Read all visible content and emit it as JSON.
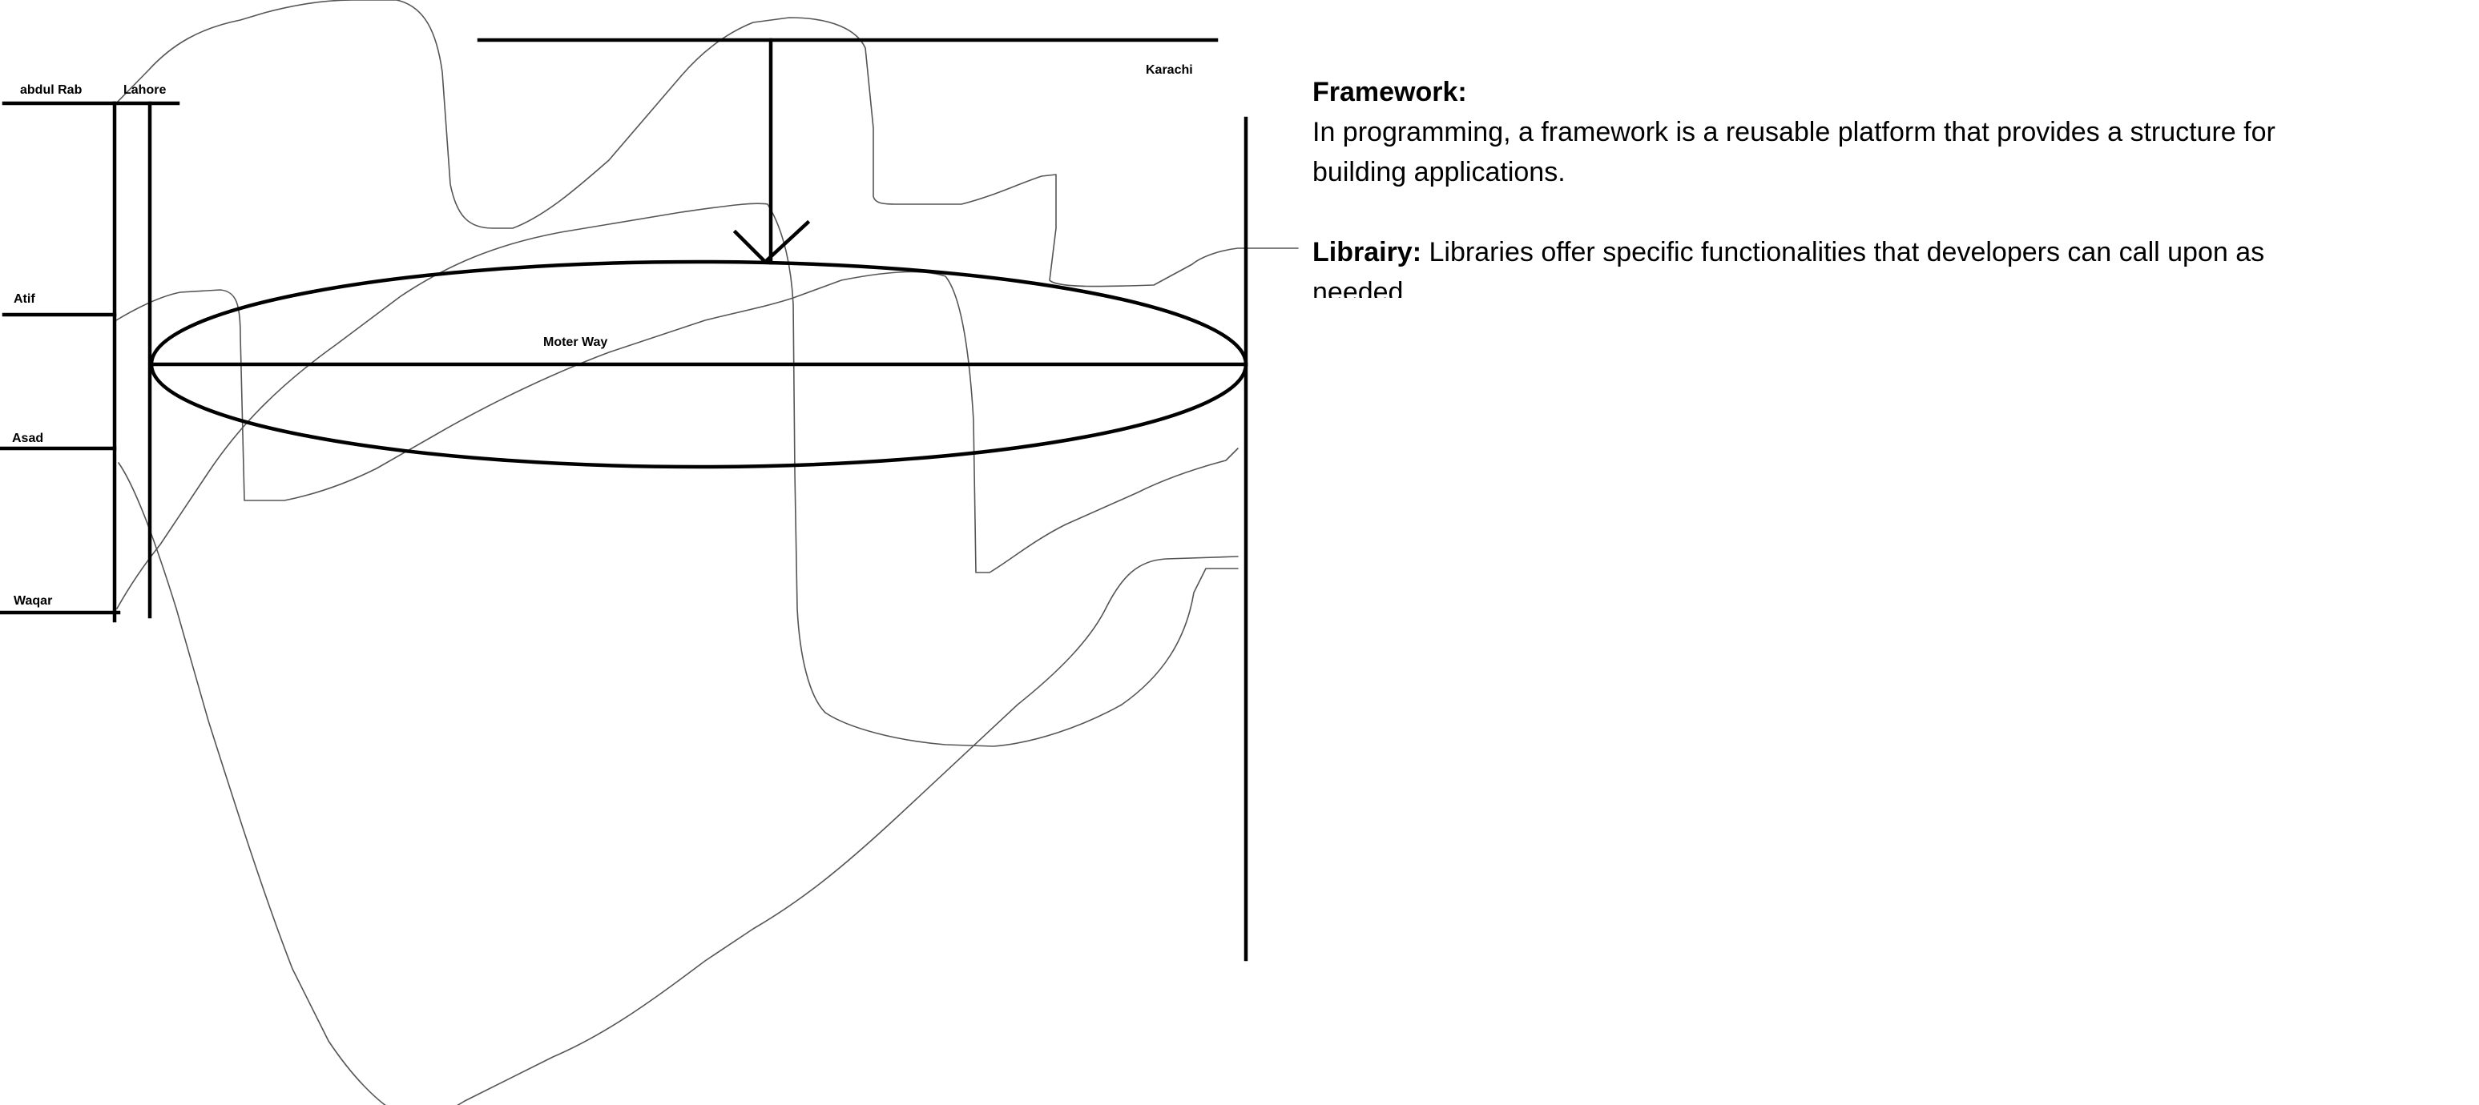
{
  "labels": {
    "abdul_rab": "abdul Rab",
    "lahore": "Lahore",
    "karachi": "Karachi",
    "atif": "Atif",
    "asad": "Asad",
    "waqar": "Waqar",
    "moter_way": "Moter Way"
  },
  "notes": {
    "framework_heading": "Framework:",
    "framework_body": "In programming, a framework is a reusable platform that provides a structure for building applications.",
    "library_heading": "Librairy:",
    "library_body": " Libraries offer specific functionalities that developers can call upon as needed."
  }
}
